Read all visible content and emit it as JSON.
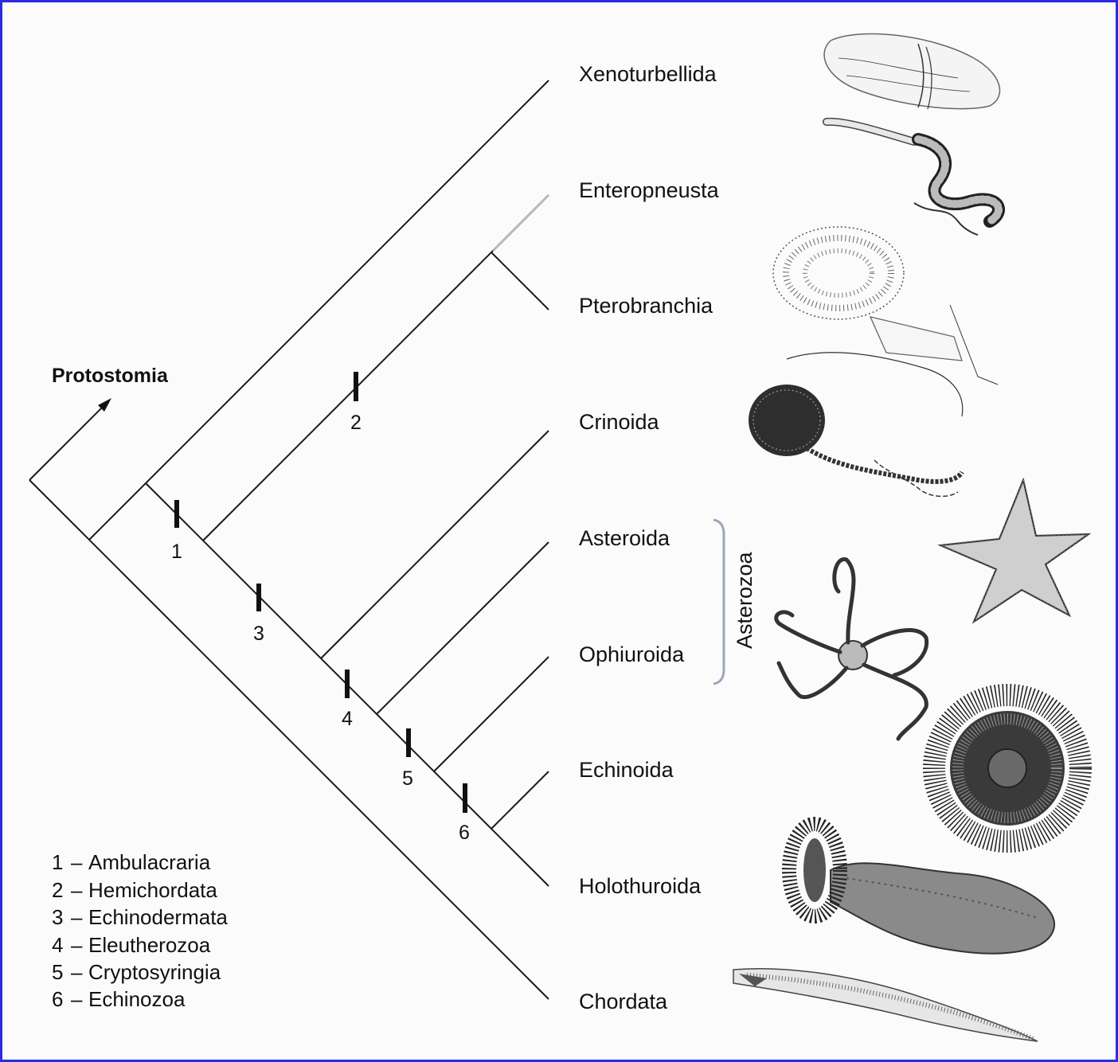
{
  "outgroup": {
    "label": "Protostomia"
  },
  "taxa": [
    {
      "name": "Xenoturbellida",
      "illustration": "xenoturbella-worm-icon"
    },
    {
      "name": "Enteropneusta",
      "illustration": "acorn-worm-icon"
    },
    {
      "name": "Pterobranchia",
      "illustration": "pterobranch-icon"
    },
    {
      "name": "Crinoida",
      "illustration": "sea-lily-icon"
    },
    {
      "name": "Asteroida",
      "illustration": "starfish-icon"
    },
    {
      "name": "Ophiuroida",
      "illustration": "brittle-star-icon"
    },
    {
      "name": "Echinoida",
      "illustration": "sea-urchin-icon"
    },
    {
      "name": "Holothuroida",
      "illustration": "sea-cucumber-icon"
    },
    {
      "name": "Chordata",
      "illustration": "lancelet-icon"
    }
  ],
  "bracket": {
    "label": "Asterozoa"
  },
  "markers": [
    {
      "number": "1"
    },
    {
      "number": "2"
    },
    {
      "number": "3"
    },
    {
      "number": "4"
    },
    {
      "number": "5"
    },
    {
      "number": "6"
    }
  ],
  "legend": [
    {
      "number": "1",
      "dash": "–",
      "name": "Ambulacraria"
    },
    {
      "number": "2",
      "dash": "–",
      "name": "Hemichordata"
    },
    {
      "number": "3",
      "dash": "–",
      "name": "Echinodermata"
    },
    {
      "number": "4",
      "dash": "–",
      "name": "Eleutherozoa"
    },
    {
      "number": "5",
      "dash": "–",
      "name": "Cryptosyringia"
    },
    {
      "number": "6",
      "dash": "–",
      "name": "Echinozoa"
    }
  ]
}
